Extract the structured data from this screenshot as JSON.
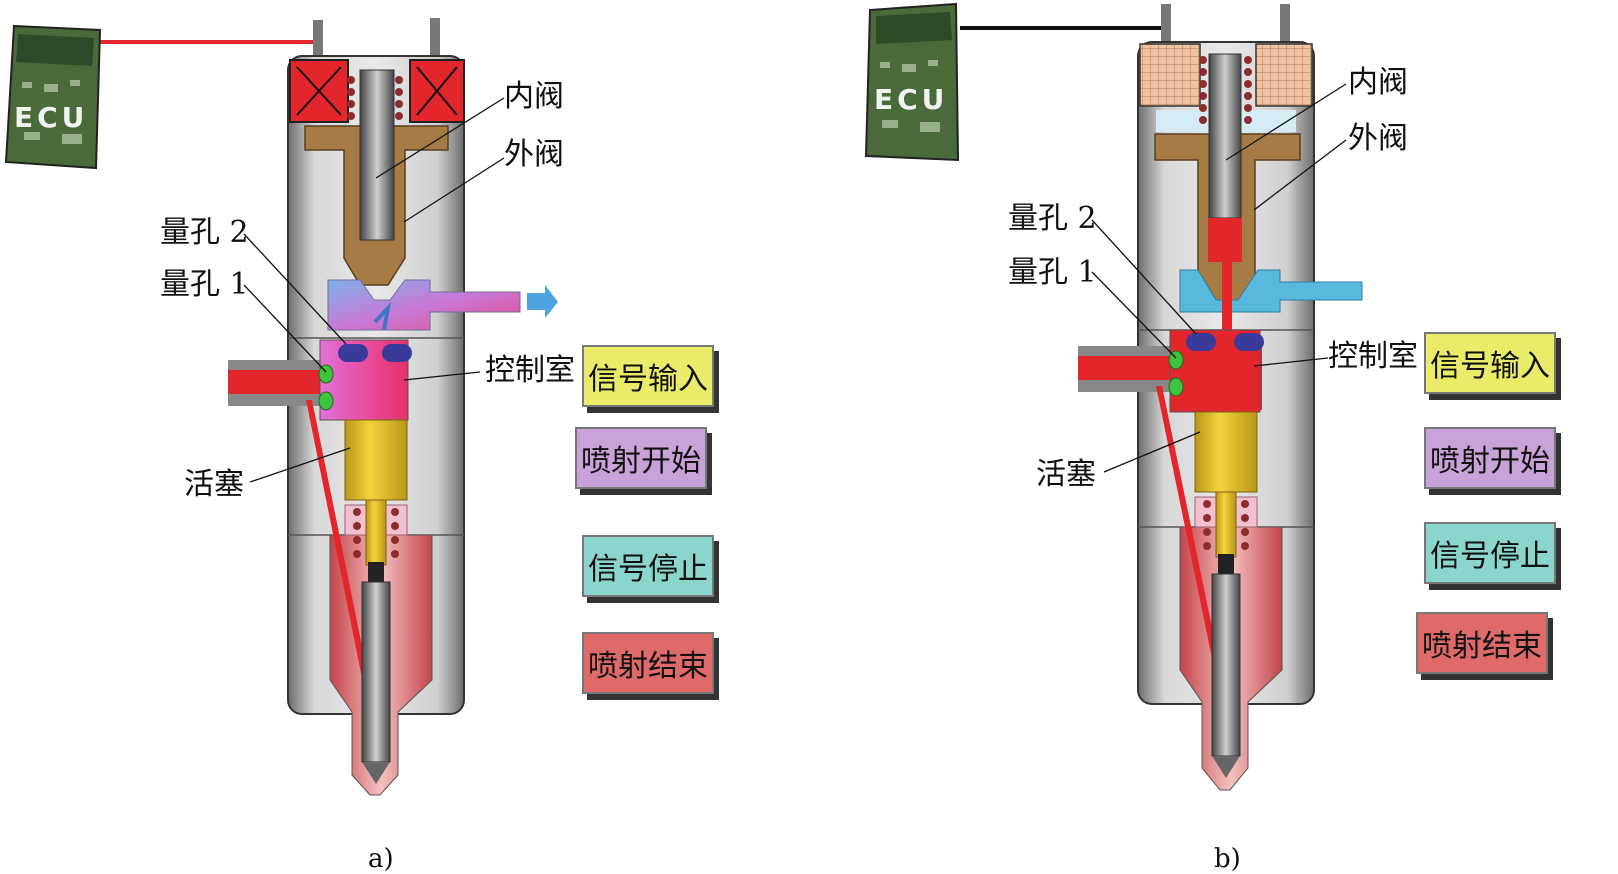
{
  "panels": [
    {
      "caption": "a)",
      "ecu_label": "ECU",
      "labels": {
        "inner_valve": "内阀",
        "outer_valve": "外阀",
        "orifice_2": "量孔 2",
        "orifice_1": "量孔 1",
        "control_chamber": "控制室",
        "piston": "活塞"
      },
      "buttons": [
        "信号输入",
        "喷射开始",
        "信号停止",
        "喷射结束"
      ]
    },
    {
      "caption": "b)",
      "ecu_label": "ECU",
      "labels": {
        "inner_valve": "内阀",
        "outer_valve": "外阀",
        "orifice_2": "量孔 2",
        "orifice_1": "量孔 1",
        "control_chamber": "控制室",
        "piston": "活塞"
      },
      "buttons": [
        "信号输入",
        "喷射开始",
        "信号停止",
        "喷射结束"
      ]
    }
  ],
  "colors": {
    "btn_signal_in": "#e8ec68",
    "btn_inject_start": "#c8a2d8",
    "btn_signal_stop": "#8ad6cc",
    "btn_inject_end": "#e06a6a",
    "fuel_high": "#e3262b",
    "fuel_return": "#59b9dd",
    "solenoid_active": "#e3262b",
    "solenoid_idle": "#f1c3a2"
  }
}
